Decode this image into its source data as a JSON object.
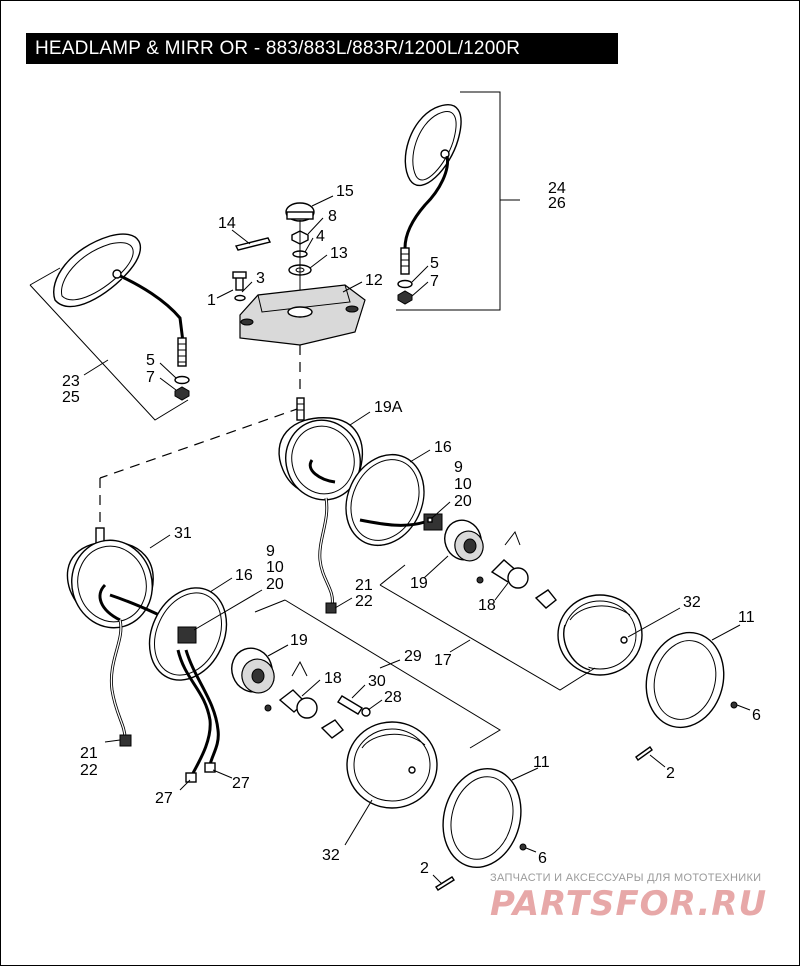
{
  "title": "HEADLAMP & MIRR OR - 883/883L/883R/1200L/1200R",
  "callouts": {
    "c1": "1",
    "c3": "3",
    "c14": "14",
    "c15": "15",
    "c8": "8",
    "c4": "4",
    "c13": "13",
    "c12": "12",
    "c24": "24",
    "c26": "26",
    "c5a": "5",
    "c7a": "7",
    "c5b": "5",
    "c7b": "7",
    "c23": "23",
    "c25": "25",
    "c19A": "19A",
    "c16a": "16",
    "c9a": "9",
    "c10a": "10",
    "c20a": "20",
    "c31": "31",
    "c9b": "9",
    "c10b": "10",
    "c16b": "16",
    "c20b": "20",
    "c21a": "21",
    "c22a": "22",
    "c19a": "19",
    "c18a": "18",
    "c32a": "32",
    "c11a": "11",
    "c17": "17",
    "c29": "29",
    "c19b": "19",
    "c18b": "18",
    "c30": "30",
    "c28": "28",
    "c6a": "6",
    "c2a": "2",
    "c21b": "21",
    "c22b": "22",
    "c27a": "27",
    "c27b": "27",
    "c11b": "11",
    "c32b": "32",
    "c6b": "6",
    "c2b": "2"
  },
  "watermark": {
    "tagline": "ЗАПЧАСТИ И АКСЕССУАРЫ ДЛЯ МОТОТЕХНИКИ",
    "logo": "PARTSFOR.RU"
  }
}
